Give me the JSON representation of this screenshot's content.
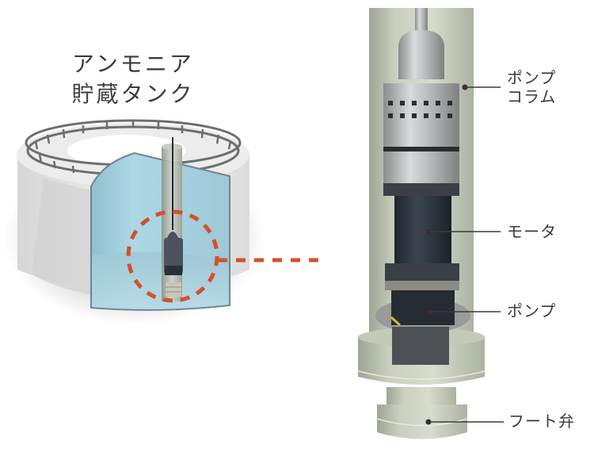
{
  "tank": {
    "title_line1": "アンモニア",
    "title_line2": "貯蔵タンク"
  },
  "pump_labels": [
    {
      "id": "pump-column",
      "line1": "ポンプ",
      "line2": "コラム"
    },
    {
      "id": "motor",
      "line1": "モータ"
    },
    {
      "id": "pump",
      "line1": "ポンプ"
    },
    {
      "id": "foot-valve",
      "line1": "フート弁"
    }
  ],
  "colors": {
    "highlight_dash": "#d4502a",
    "liquid": "#a9d6e5",
    "tank_body": "#e8e8e8",
    "column": "#bfc8b6",
    "motor": "#2f3a44",
    "text": "#3a3a3a"
  }
}
